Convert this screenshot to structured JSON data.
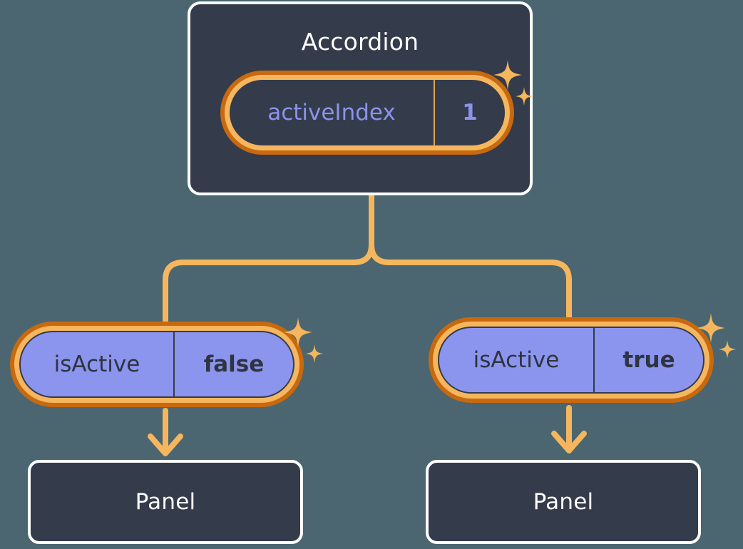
{
  "theme": {
    "background": "#4B6670",
    "card_bg": "#343B4B",
    "card_border": "#FFFFFF",
    "ring_outer": "#C8690F",
    "ring_inner": "#F6B65E",
    "wire": "#F6B65E",
    "pill_purple": "#8B95EE",
    "prop_text_purple": "#8B93EC",
    "prop_text_dark": "#2E3440",
    "title_text": "#FFFFFF"
  },
  "diagram": {
    "type": "component-tree",
    "root": {
      "title": "Accordion",
      "prop": {
        "key": "activeIndex",
        "value": "1"
      },
      "sparkle": "sparkles-icon"
    },
    "branches": [
      {
        "id": "left",
        "prop": {
          "key": "isActive",
          "value": "false"
        },
        "sparkle": "sparkles-icon",
        "child": {
          "title": "Panel"
        }
      },
      {
        "id": "right",
        "prop": {
          "key": "isActive",
          "value": "true"
        },
        "sparkle": "sparkles-icon",
        "child": {
          "title": "Panel"
        }
      }
    ]
  }
}
